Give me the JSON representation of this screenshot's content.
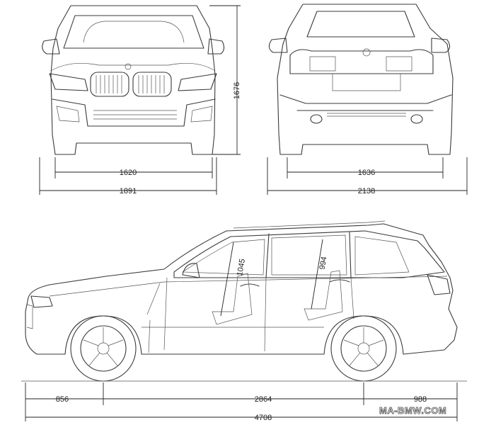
{
  "dimensions": {
    "front_track": "1620",
    "front_width": "1891",
    "height": "1676",
    "rear_track": "1636",
    "rear_width_mirrors": "2138",
    "front_headroom": "1045",
    "rear_headroom": "994",
    "front_overhang": "856",
    "wheelbase": "2864",
    "rear_overhang": "988",
    "length": "4708"
  },
  "watermark": "MA-BMW.COM"
}
